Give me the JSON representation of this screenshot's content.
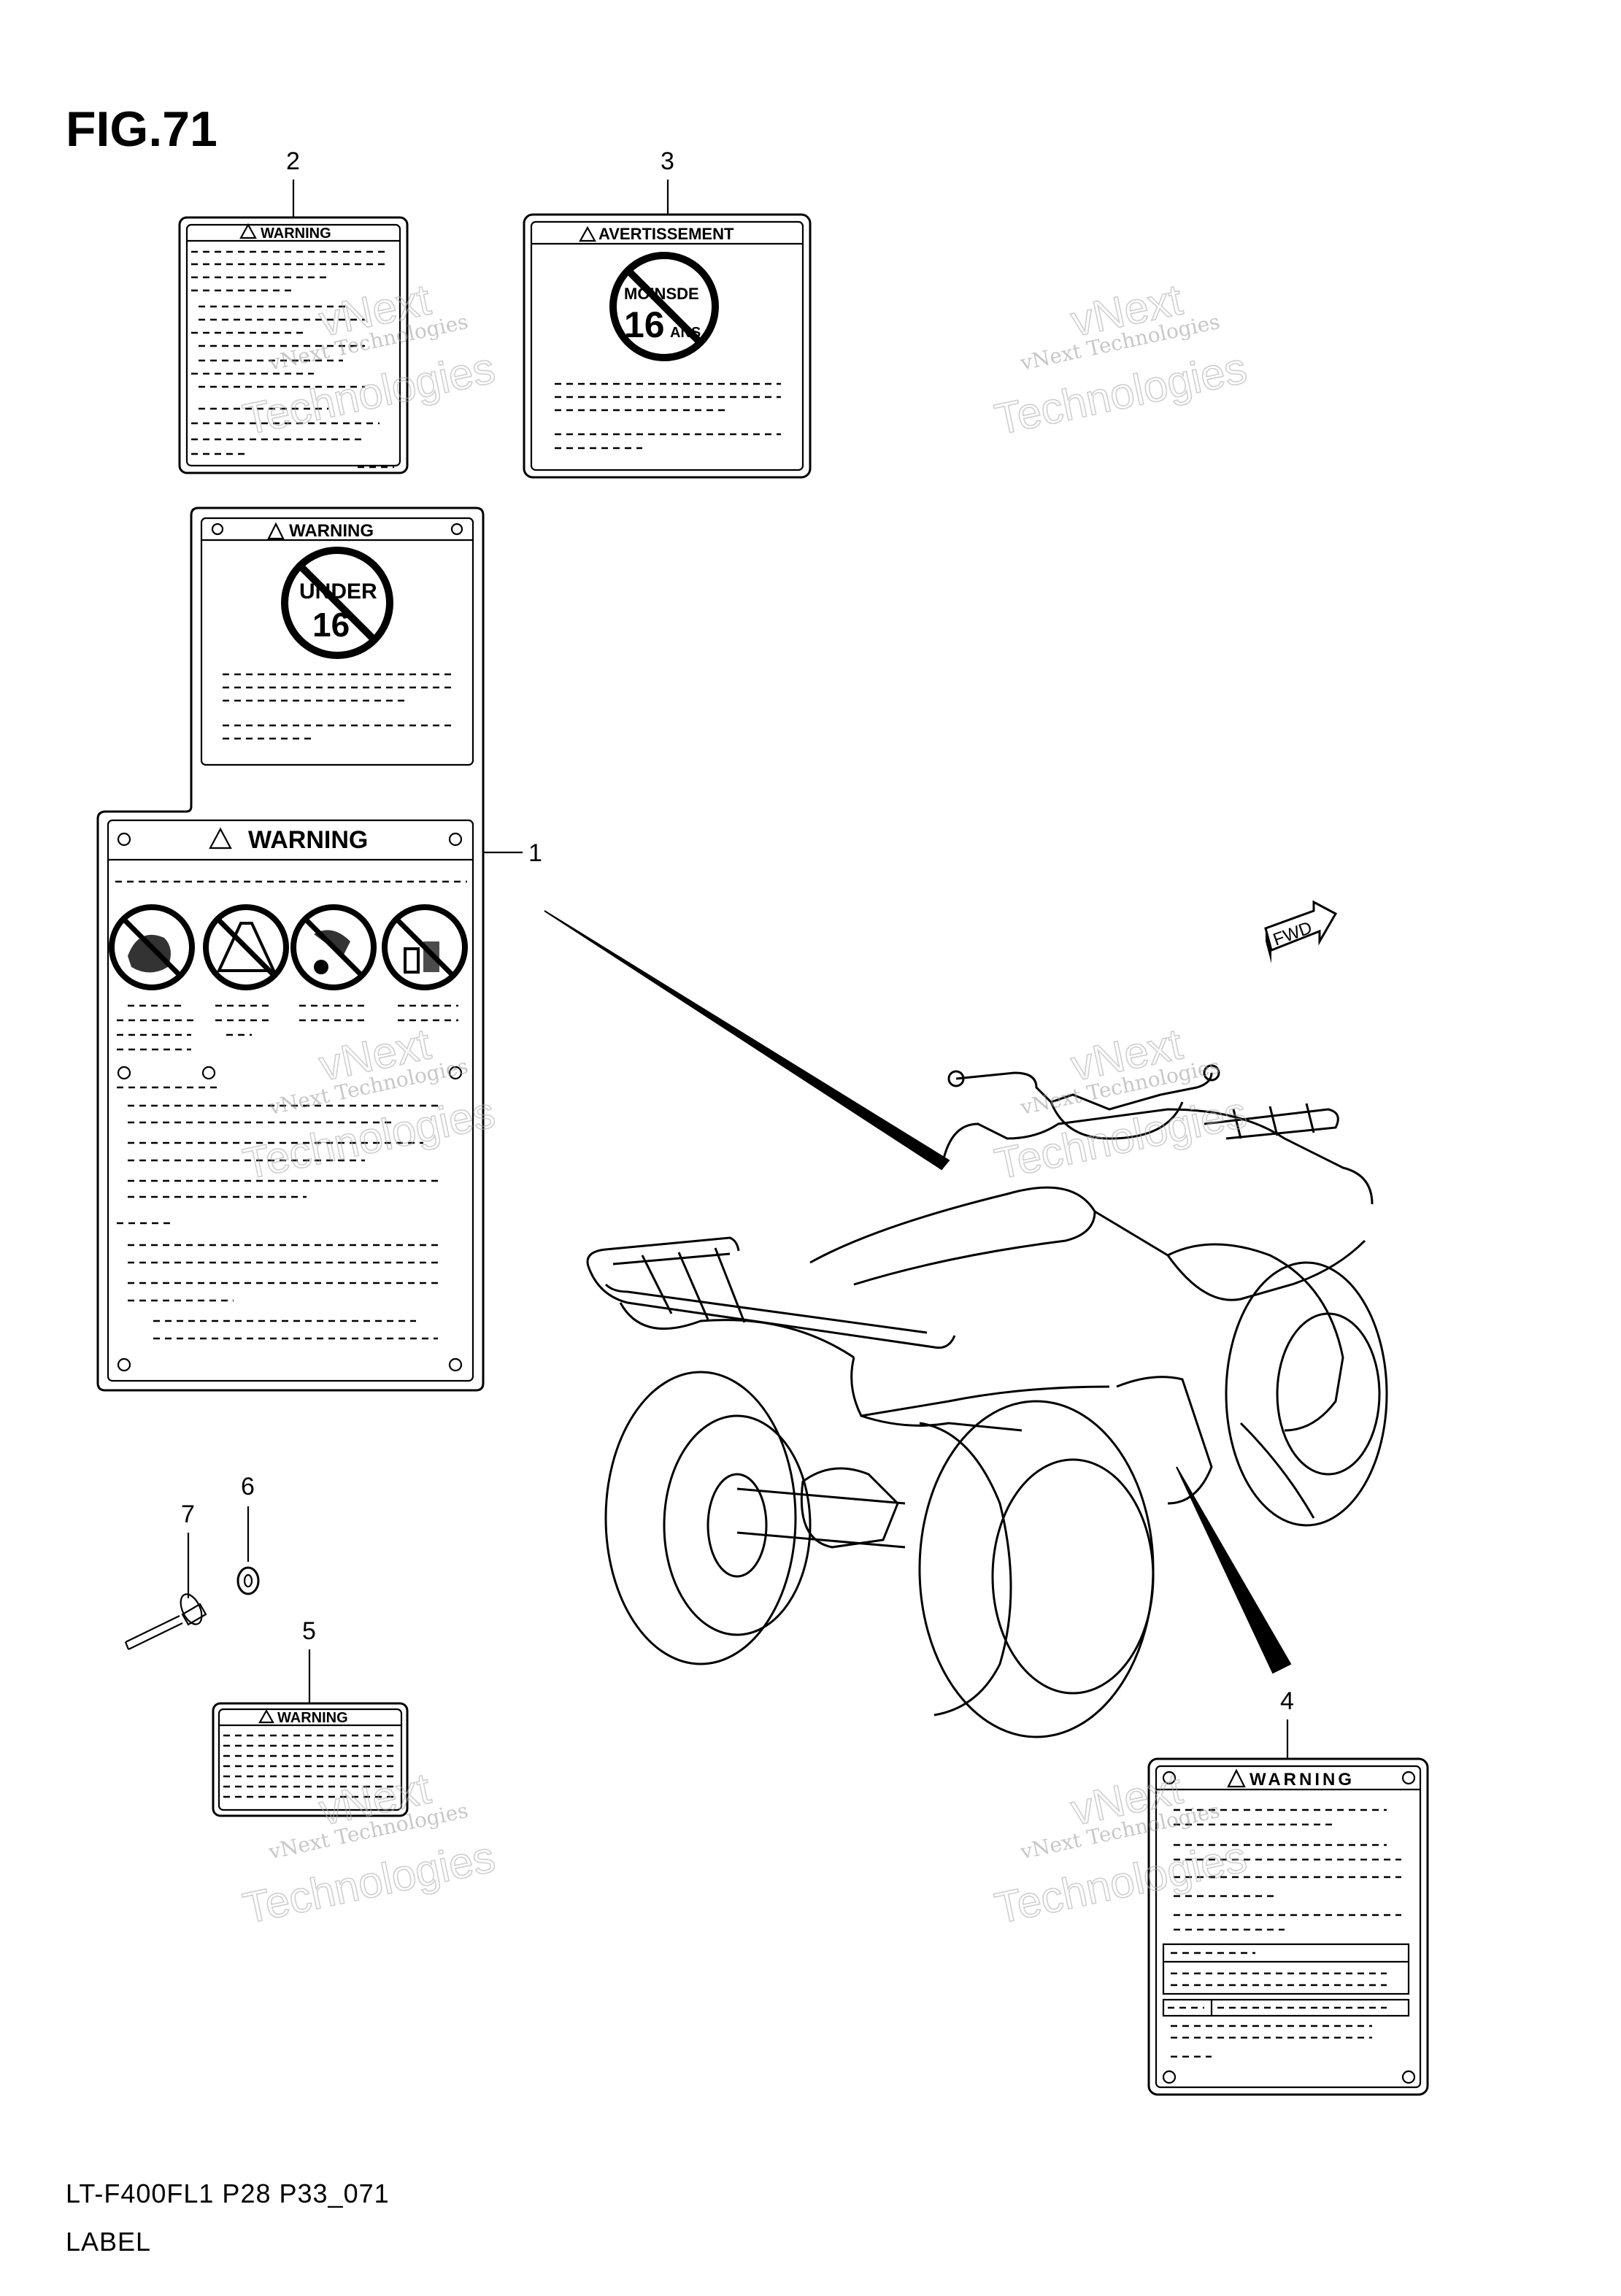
{
  "figure": {
    "title": "FIG.71"
  },
  "footer": {
    "code": "LT-F400FL1 P28 P33_071",
    "name": "LABEL"
  },
  "callouts": {
    "c1": "1",
    "c2": "2",
    "c3": "3",
    "c4": "4",
    "c5": "5",
    "c6": "6",
    "c7": "7"
  },
  "labels": {
    "label_1_top": {
      "header": "WARNING",
      "badge_line1": "UNDER",
      "badge_line2": "16"
    },
    "label_1_main": {
      "header": "WARNING"
    },
    "label_2": {
      "header": "WARNING"
    },
    "label_3": {
      "header": "AVERTISSEMENT",
      "badge_line1": "MOINSDE",
      "badge_line2": "16",
      "badge_unit": "ANS"
    },
    "label_4": {
      "header": "WARNING"
    },
    "label_5": {
      "header": "WARNING"
    },
    "fwd_plate": "FWD"
  },
  "watermark": {
    "line1": "vNext",
    "line2": "vNext Technologies",
    "line3": "Technologies"
  }
}
